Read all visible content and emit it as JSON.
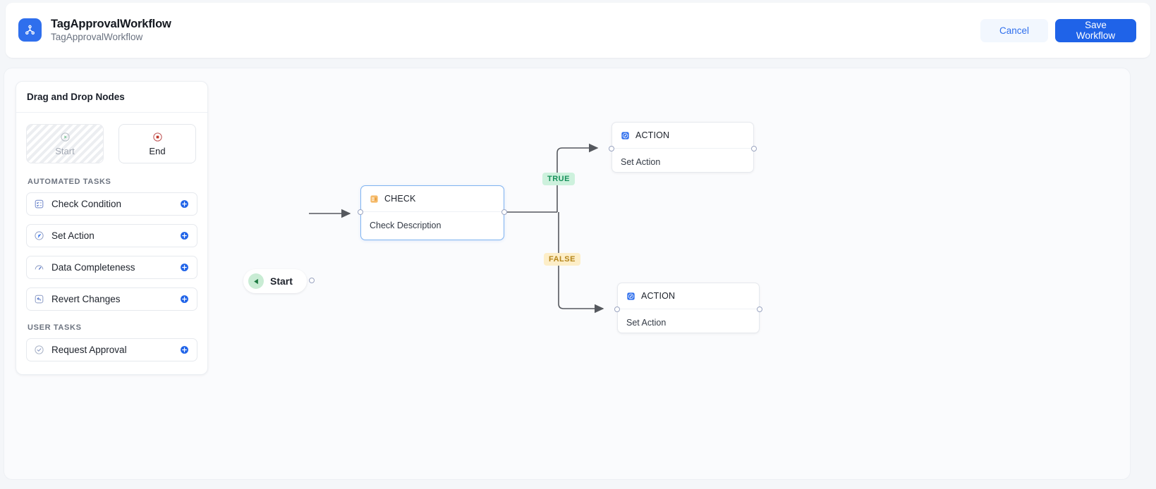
{
  "header": {
    "logo_icon": "workflow-share-icon",
    "title": "TagApprovalWorkflow",
    "subtitle": "TagApprovalWorkflow",
    "cancel_label": "Cancel",
    "save_label": "Save Workflow",
    "accent_color": "#1f63e8",
    "cancel_bg": "#f2f7fe"
  },
  "sidebar": {
    "title": "Drag and Drop Nodes",
    "terminals": [
      {
        "label": "Start",
        "icon": "play-circle-icon",
        "disabled": true
      },
      {
        "label": "End",
        "icon": "stop-circle-icon",
        "disabled": false
      }
    ],
    "groups": [
      {
        "label": "AUTOMATED TASKS",
        "items": [
          {
            "label": "Check Condition",
            "icon": "check-condition-icon",
            "add_icon": "plus-circle-icon"
          },
          {
            "label": "Set Action",
            "icon": "set-action-icon",
            "add_icon": "plus-circle-icon"
          },
          {
            "label": "Data Completeness",
            "icon": "gauge-icon",
            "add_icon": "plus-circle-icon"
          },
          {
            "label": "Revert Changes",
            "icon": "undo-icon",
            "add_icon": "plus-circle-icon"
          }
        ]
      },
      {
        "label": "USER TASKS",
        "items": [
          {
            "label": "Request Approval",
            "icon": "check-badge-icon",
            "add_icon": "plus-circle-icon"
          }
        ]
      }
    ]
  },
  "canvas": {
    "start_node": {
      "label": "Start",
      "icon": "play-triangle-icon"
    },
    "nodes": [
      {
        "id": "check",
        "type": "CHECK",
        "icon": "check-node-icon",
        "description": "Check Description",
        "selected": true
      },
      {
        "id": "action-true",
        "type": "ACTION",
        "icon": "action-node-icon",
        "description": "Set Action",
        "selected": false
      },
      {
        "id": "action-false",
        "type": "ACTION",
        "icon": "action-node-icon",
        "description": "Set Action",
        "selected": false
      }
    ],
    "edge_labels": {
      "true": "TRUE",
      "false": "FALSE"
    },
    "colors": {
      "true_bg": "#cdf1dd",
      "true_fg": "#17905a",
      "false_bg": "#fdeec8",
      "false_fg": "#b5851a",
      "edge": "#55585e",
      "node_selected_border": "#7fb3f0",
      "check_icon": "#e9a33f",
      "action_icon": "#2f6fed"
    }
  }
}
